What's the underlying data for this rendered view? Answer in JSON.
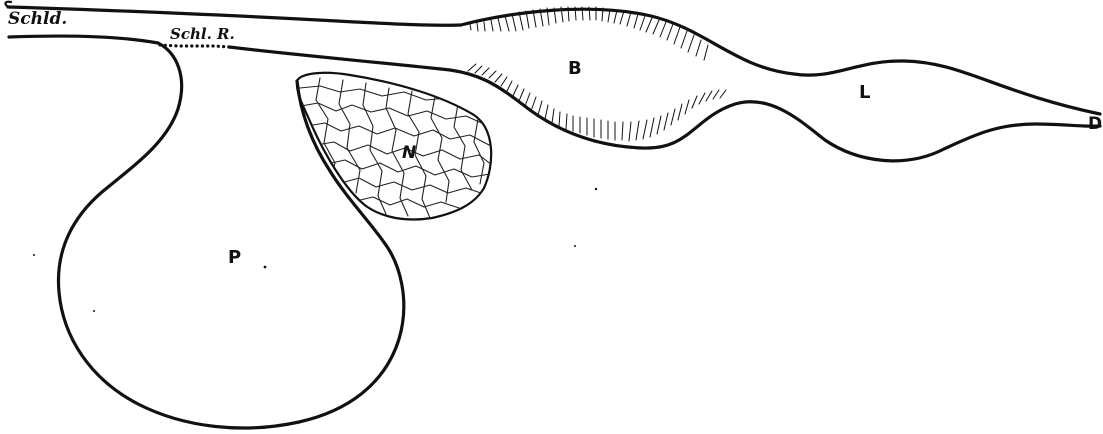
{
  "figure": {
    "labels": {
      "schild": "Schld.",
      "schl_r": "Schl. R.",
      "b": "B",
      "l": "L",
      "d": "D",
      "n": "N",
      "p": "P"
    },
    "colors": {
      "ink": "#111111",
      "paper": "#ffffff"
    }
  }
}
